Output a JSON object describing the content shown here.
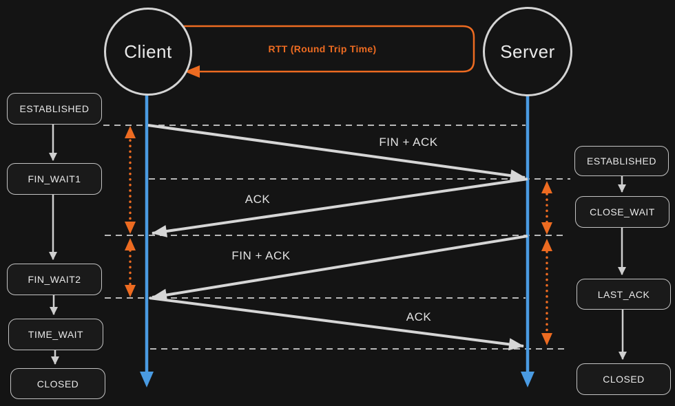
{
  "colors": {
    "background": "#141414",
    "lifeline_blue": "#4A9BE2",
    "accent_orange": "#ED6B21",
    "arrow_gray": "#D6D6D6",
    "dashed_gray": "#B9B9B9",
    "text": "#EAEAEA"
  },
  "actors": {
    "client": "Client",
    "server": "Server"
  },
  "rtt": {
    "label": "RTT (Round Trip Time)"
  },
  "client_states": [
    {
      "label": "ESTABLISHED"
    },
    {
      "label": "FIN_WAIT1"
    },
    {
      "label": "FIN_WAIT2"
    },
    {
      "label": "TIME_WAIT"
    },
    {
      "label": "CLOSED"
    }
  ],
  "server_states": [
    {
      "label": "ESTABLISHED"
    },
    {
      "label": "CLOSE_WAIT"
    },
    {
      "label": "LAST_ACK"
    },
    {
      "label": "CLOSED"
    }
  ],
  "messages": [
    {
      "label": "FIN + ACK",
      "from": "Client",
      "to": "Server"
    },
    {
      "label": "ACK",
      "from": "Server",
      "to": "Client"
    },
    {
      "label": "FIN + ACK",
      "from": "Server",
      "to": "Client"
    },
    {
      "label": "ACK",
      "from": "Client",
      "to": "Server"
    }
  ]
}
